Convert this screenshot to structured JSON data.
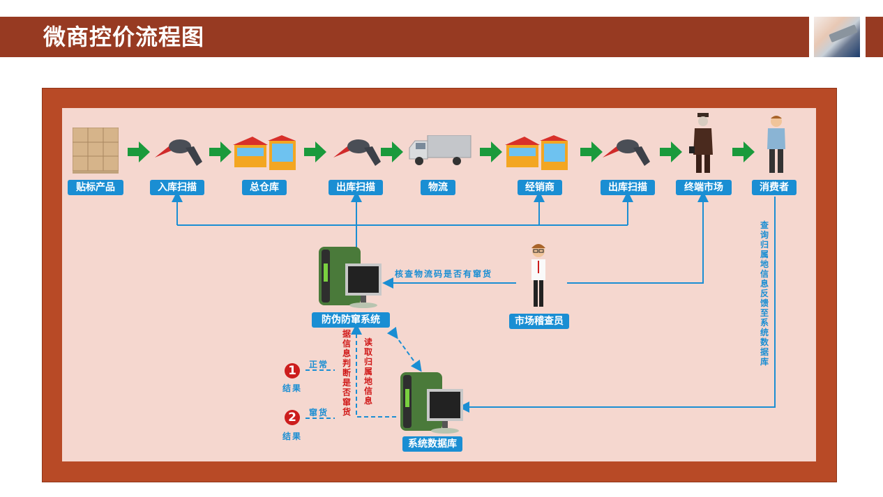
{
  "header": {
    "title": "微商控价流程图",
    "photo_icon": "hand-holding-phone-photo"
  },
  "colors": {
    "title_bar": "#973a22",
    "frame": "#b84a26",
    "canvas": "#f5d7cf",
    "label_bg": "#1a8ed3",
    "flow_arrow": "#1a9a3c",
    "connector": "#1a8ed3",
    "red_text": "#d01a1a"
  },
  "flow": {
    "steps": [
      {
        "label": "贴标产品",
        "icon": "cardboard-boxes-icon"
      },
      {
        "label": "入库扫描",
        "icon": "barcode-scanner-icon"
      },
      {
        "label": "总仓库",
        "icon": "warehouse-building-icon"
      },
      {
        "label": "出库扫描",
        "icon": "barcode-scanner-icon"
      },
      {
        "label": "物流",
        "icon": "delivery-truck-icon"
      },
      {
        "label": "经销商",
        "icon": "distributor-building-icon"
      },
      {
        "label": "出库扫描",
        "icon": "barcode-scanner-icon"
      },
      {
        "label": "终端市场",
        "icon": "businessman-icon"
      },
      {
        "label": "消费者",
        "icon": "consumer-person-icon"
      }
    ]
  },
  "nodes": {
    "anti_fake_system": {
      "label": "防伪防窜系统",
      "icon": "computer-server-icon"
    },
    "inspector": {
      "label": "市场稽查员",
      "icon": "inspector-person-icon"
    },
    "database": {
      "label": "系统数据库",
      "icon": "computer-server-icon"
    }
  },
  "annotations": {
    "check_code": "核查物流码是否有窜货",
    "consumer_feedback": "查询归属地信息反馈至系统数据库",
    "judge": "据信息判断是否窜货",
    "read_info": "读取归属地信息"
  },
  "results": [
    {
      "number": "1",
      "outcome": "正常",
      "label": "结果"
    },
    {
      "number": "2",
      "outcome": "窜货",
      "label": "结果"
    }
  ]
}
